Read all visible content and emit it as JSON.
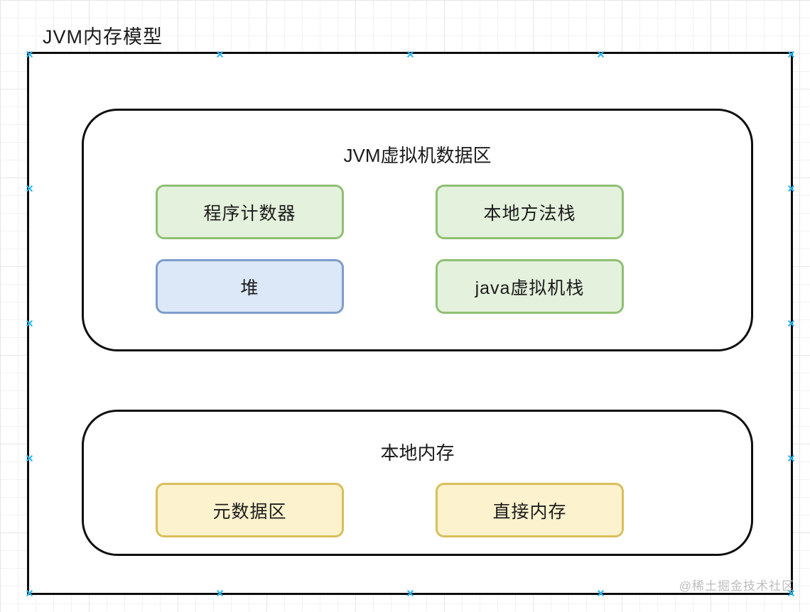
{
  "canvas_title": "JVM内存模型",
  "watermark": "@稀土掘金技术社区",
  "colors": {
    "outline_black": "#0d0d0d",
    "connection_point_cyan": "#29b5f2",
    "green_fill": "#e4f1dc",
    "green_border": "#8fbf74",
    "blue_fill": "#dce7f7",
    "blue_border": "#7e9ccb",
    "yellow_fill": "#fcf2cd",
    "yellow_border": "#d9be5c",
    "watermark_gray": "#bdbdbd"
  },
  "sections": [
    {
      "title": "JVM虚拟机数据区",
      "boxes": [
        {
          "label": "程序计数器",
          "color": "green"
        },
        {
          "label": "本地方法栈",
          "color": "green"
        },
        {
          "label": "堆",
          "color": "blue"
        },
        {
          "label": "java虚拟机栈",
          "color": "green"
        }
      ]
    },
    {
      "title": "本地内存",
      "boxes": [
        {
          "label": "元数据区",
          "color": "yellow"
        },
        {
          "label": "直接内存",
          "color": "yellow"
        }
      ]
    }
  ]
}
